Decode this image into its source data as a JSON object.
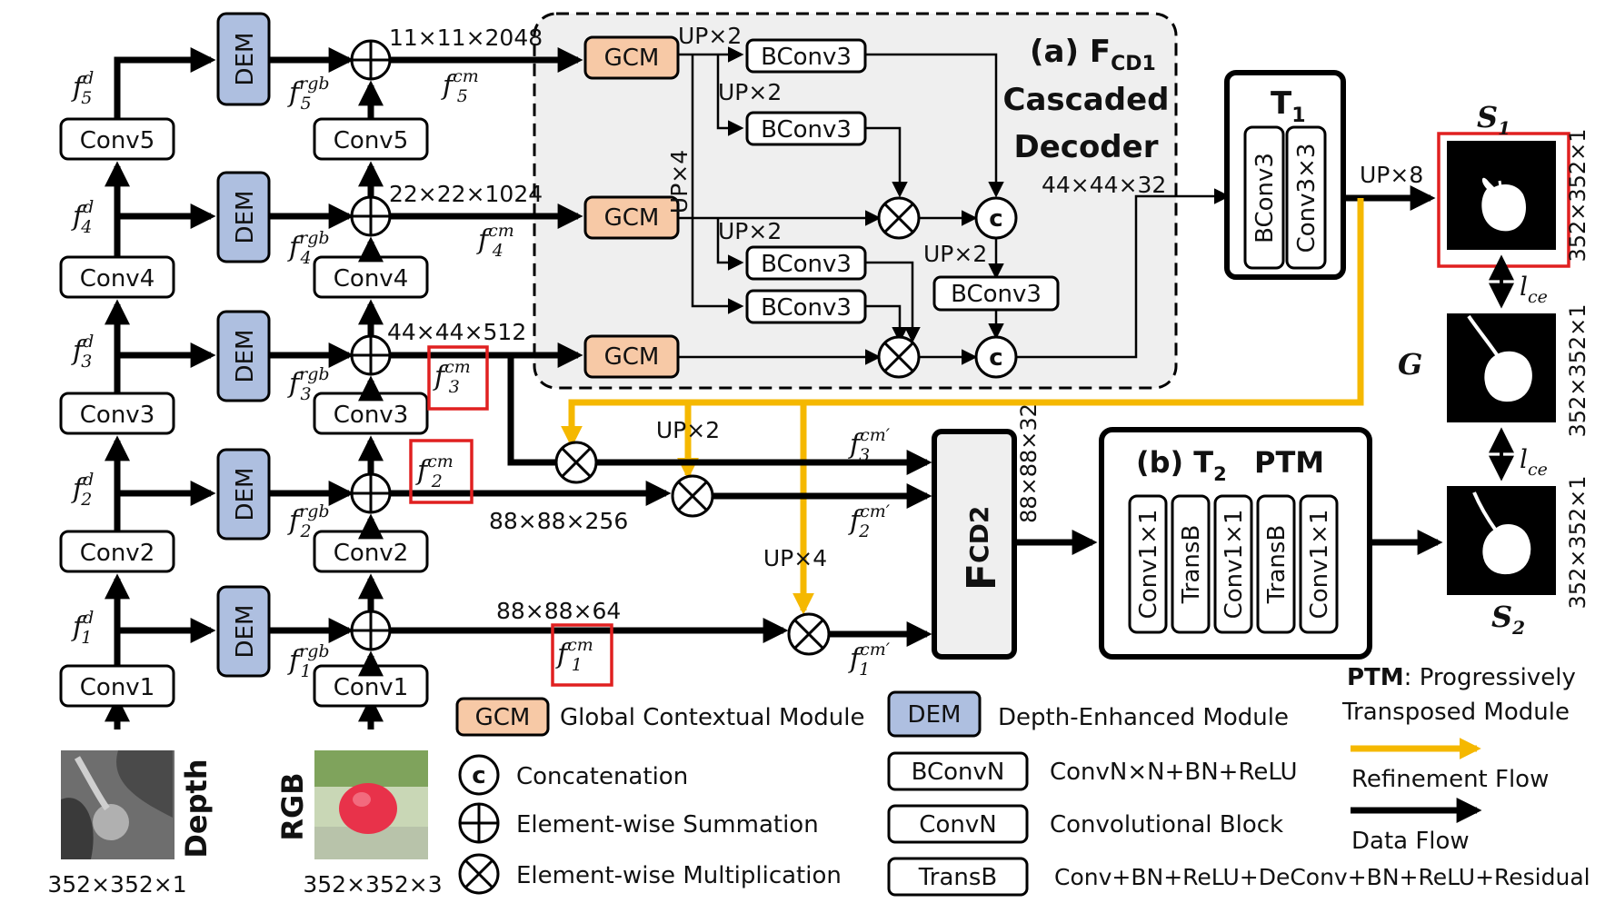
{
  "blocks": {
    "conv1": "Conv1",
    "conv2": "Conv2",
    "conv3": "Conv3",
    "conv4": "Conv4",
    "conv5": "Conv5",
    "dem": "DEM",
    "gcm": "GCM",
    "bconv3": "BConv3",
    "conv3x3": "Conv3×3",
    "conv1x1": "Conv1×1",
    "transb": "TransB"
  },
  "features": {
    "f": "f",
    "d": "d",
    "rgb": "rgb",
    "cm": "cm",
    "cmp": "cm′",
    "i1": "1",
    "i2": "2",
    "i3": "3",
    "i4": "4",
    "i5": "5"
  },
  "dims": {
    "d5": "11×11×2048",
    "d4": "22×22×1024",
    "d3": "44×44×512",
    "d2": "88×88×256",
    "d1": "88×88×64",
    "dec1": "44×44×32",
    "dec2": "88×88×32",
    "in_depth": "352×352×1",
    "in_rgb": "352×352×3",
    "out": "352×352×1"
  },
  "ops": {
    "up2": "UP×2",
    "up4": "UP×4",
    "up8": "UP×8",
    "concat": "c"
  },
  "titles": {
    "cd1_a": "(a) F",
    "cd1_sub": "CD1",
    "cd1_l2": "Cascaded",
    "cd1_l3": "Decoder",
    "t1": "T",
    "t1_sub": "1",
    "t2_a": "(b) T",
    "t2_sub": "2",
    "ptm": "PTM",
    "fcd2": "F",
    "fcd2_sub": "CD2",
    "s": "S",
    "g": "G",
    "s1_sub": "1",
    "s2_sub": "2",
    "lce": "l",
    "lce_sub": "ce",
    "depth": "Depth",
    "rgb": "RGB"
  },
  "legend": {
    "gcm_desc": "Global Contextual Module",
    "dem_desc": "Depth-Enhanced Module",
    "bconvn": "BConvN",
    "bconvn_desc": "ConvN×N+BN+ReLU",
    "convn": "ConvN",
    "convn_desc": "Convolutional Block",
    "transb_desc": "Conv+BN+ReLU+DeConv+BN+ReLU+Residual",
    "concat_desc": "Concatenation",
    "sum_desc": "Element-wise Summation",
    "mul_desc": "Element-wise Multiplication",
    "ptm_bold": "PTM",
    "ptm_desc1": ": Progressively",
    "ptm_desc2": "Transposed Module",
    "refine": "Refinement Flow",
    "data": "Data Flow"
  },
  "colors": {
    "gcm": "#f7c9a6",
    "dem": "#aebfe0",
    "refine": "#f5b800",
    "highlight": "#e02020"
  }
}
